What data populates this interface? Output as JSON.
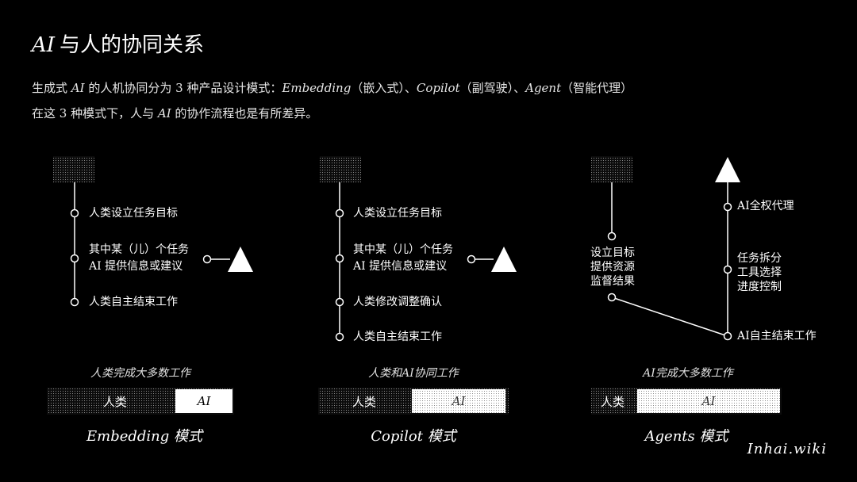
{
  "title": {
    "ai": "AI",
    "rest": "与人的协同关系"
  },
  "intro": {
    "line1": {
      "p1": "生成式 ",
      "ai": "AI",
      "p2": " 的人机协同分为 3 种产品设计模式：",
      "m1": "Embedding",
      "m1_cn": "（嵌入式）、",
      "m2": "Copilot",
      "m2_cn": "（副驾驶）、",
      "m3": "Agent",
      "m3_cn": "（智能代理）"
    },
    "line2": {
      "p1": "在这 3 种模式下，人与 ",
      "ai": "AI",
      "p2": " 的协作流程也是有所差异。"
    }
  },
  "embedding": {
    "steps": [
      "人类设立任务目标",
      "其中某（儿）个任务",
      "AI 提供信息或建议",
      "人类自主结束工作"
    ],
    "caption": "人类完成大多数工作",
    "bar": {
      "human": "人类",
      "ai": "AI",
      "ai_share": 0.3
    },
    "mode": "Embedding 模式"
  },
  "copilot": {
    "steps": [
      "人类设立任务目标",
      "其中某（儿）个任务",
      "AI 提供信息或建议",
      "人类修改调整确认",
      "人类自主结束工作"
    ],
    "caption": "人类和AI协同工作",
    "bar": {
      "human": "人类",
      "ai": "AI",
      "ai_share": 0.49
    },
    "mode": "Copilot 模式"
  },
  "agents": {
    "human_steps": [
      "设立目标",
      "提供资源",
      "监督结果"
    ],
    "ai_steps": [
      "AI全权代理",
      "任务拆分",
      "工具选择",
      "进度控制",
      "AI自主结束工作"
    ],
    "caption": "AI完成大多数工作",
    "bar": {
      "human": "人类",
      "ai": "AI",
      "ai_share": 0.76
    },
    "mode": "Agents 模式"
  },
  "brand": "Inhai.wiki",
  "colors": {
    "background": "#000000",
    "foreground": "#ffffff"
  }
}
